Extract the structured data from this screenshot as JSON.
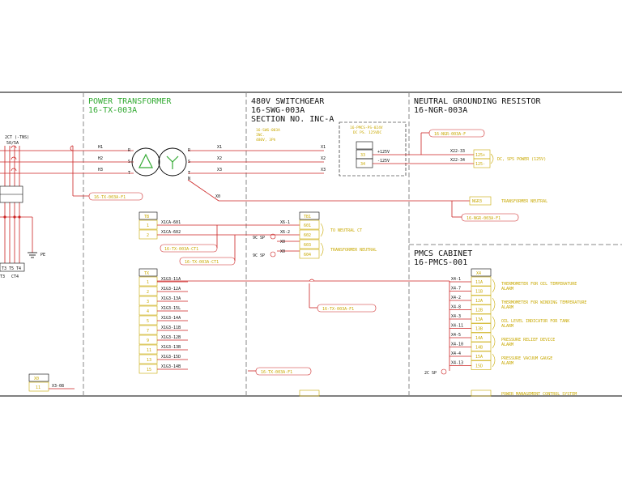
{
  "sections": {
    "transformer": {
      "title": "POWER TRANSFORMER",
      "tag": "16-TX-003A"
    },
    "switchgear": {
      "title": "480V SWITCHGEAR",
      "tag": "16-SWG-003A",
      "section": "SECTION NO. INC-A"
    },
    "ngr": {
      "title": "NEUTRAL GROUNDING RESISTOR",
      "tag": "16-NGR-003A"
    },
    "pmcs": {
      "title": "PMCS CABINET",
      "tag": "16-PMCS-001"
    }
  },
  "ct": {
    "label": "2CT (-TNS)",
    "ratio": "50/5A"
  },
  "left_block": {
    "terminals": [
      "T3",
      "T5",
      "T4"
    ],
    "lower": [
      "T3",
      "CT4"
    ],
    "ground": "PE"
  },
  "transformer": {
    "h_terms": [
      "H1",
      "H2",
      "H3"
    ],
    "h_phases": [
      "R",
      "S",
      "T"
    ],
    "x_phases": [
      "R",
      "S",
      "T",
      "N"
    ],
    "x_terms": [
      "X1",
      "X2",
      "X3"
    ],
    "x0": "X0",
    "ref_box": "16-TX-003A-F1"
  },
  "swg_note": [
    "16-SWG-003A",
    "INC.",
    "480V, 3Ph"
  ],
  "swg_bus_marks": [
    "X1",
    "X2",
    "X3"
  ],
  "ps_box": {
    "title": "16-PMCS-PS-024V",
    "sub": "DC PS. 125VDC",
    "rows": [
      {
        "t": "33",
        "v": "+125V"
      },
      {
        "t": "34",
        "v": "-125V"
      }
    ]
  },
  "ngr": {
    "ref_top": "16-NGR-003A-F",
    "wires": [
      "X22-33",
      "X22-34"
    ],
    "terms": [
      "125+",
      "125-"
    ],
    "dc_label": "DC, SPS POWER (125V)",
    "neutral_term": "NGR3",
    "neutral_label": "TRANSFORMER NEUTRAL",
    "ref_bottom": "16-NGR-003A-F1"
  },
  "ct_block": {
    "header": "TB",
    "rows": [
      {
        "t": "1",
        "w": "X1CA-601"
      },
      {
        "t": "2",
        "w": "X1CA-602"
      }
    ],
    "ref1": "16-TX-003A-CT1",
    "ref2": "16-TX-003A-CT1"
  },
  "swg_term": {
    "header": "TB1",
    "rows": [
      {
        "t": "601",
        "w": "X6-1"
      },
      {
        "t": "602",
        "w": "X6-2"
      },
      {
        "t": "603",
        "w": "X0"
      },
      {
        "t": "604",
        "w": "X0"
      }
    ],
    "sp1": "9C SP",
    "sp2": "9C SP",
    "to_neutral": "TO NEUTRAL CT",
    "to_tx_neutral": "TRANSFORMER NEUTRAL"
  },
  "tx_block": {
    "header": "TX",
    "rows": [
      {
        "t": "1",
        "w": "X1G3-11A"
      },
      {
        "t": "2",
        "w": "X1G3-12A"
      },
      {
        "t": "3",
        "w": "X1G3-13A"
      },
      {
        "t": "4",
        "w": "X1G3-15L"
      },
      {
        "t": "5",
        "w": "X1G3-14A"
      },
      {
        "t": "7",
        "w": "X1G3-11B"
      },
      {
        "t": "9",
        "w": "X1G3-12B"
      },
      {
        "t": "11",
        "w": "X1G3-13B"
      },
      {
        "t": "13",
        "w": "X1G3-15D"
      },
      {
        "t": "15",
        "w": "X1G3-14B"
      }
    ],
    "ref_mid": "16-TX-003A-F1",
    "ref_bottom": "16-TX-003A-F1"
  },
  "pmcs_block": {
    "header": "X4",
    "rows": [
      {
        "t": "11A",
        "w": "X4-1"
      },
      {
        "t": "11B",
        "w": "X4-7"
      },
      {
        "t": "12A",
        "w": "X4-2"
      },
      {
        "t": "12B",
        "w": "X4-8"
      },
      {
        "t": "13A",
        "w": "X4-3"
      },
      {
        "t": "13B",
        "w": "X4-11"
      },
      {
        "t": "14A",
        "w": "X4-5"
      },
      {
        "t": "14B",
        "w": "X4-10"
      },
      {
        "t": "15A",
        "w": "X4-4"
      },
      {
        "t": "15D",
        "w": "X4-13"
      }
    ],
    "sp": "2C SP",
    "labels": [
      [
        "THERMOMETER FOR OIL TEMPERATURE",
        "ALARM"
      ],
      [
        "THERMOMETER FOR WINDING TEMPERATURE",
        "ALARM"
      ],
      [
        "OIL LEVEL INDICATOR FOR TANK",
        "ALARM"
      ],
      [
        "PRESSURE RELIEF DEVICE",
        "ALARM"
      ],
      [
        "PRESSURE VACUUM GAUGE",
        "ALARM"
      ]
    ],
    "bottom_label": "POWER MANAGEMENT CONTROL SYSTEM"
  },
  "bottom_left": {
    "header": "X0",
    "row": "11",
    "wire": "X3-08"
  },
  "colors": {
    "line": "#cc2222",
    "label": "#c8a800",
    "title": "#33aa33",
    "text": "#111111",
    "border": "#000000"
  }
}
